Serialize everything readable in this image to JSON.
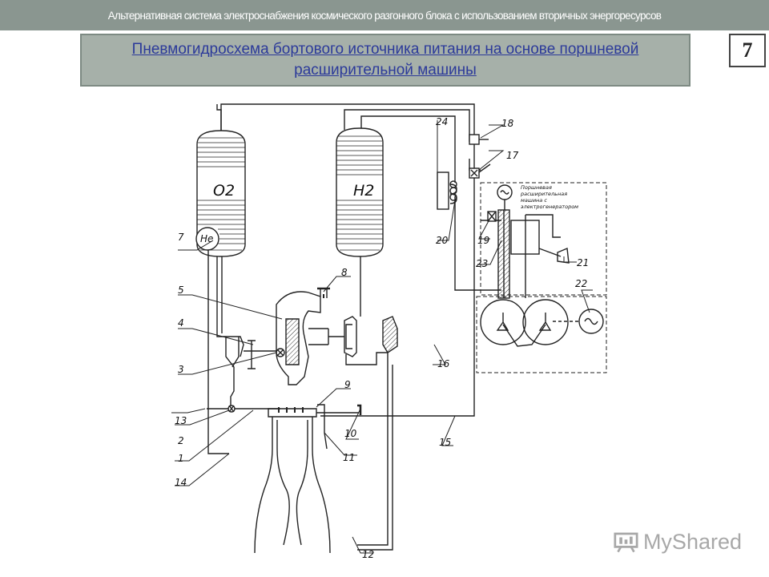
{
  "header": {
    "banner": "Альтернативная система электроснабжения космического разгонного блока с использованием вторичных энергоресурсов",
    "title": "Пневмогидросхема бортового источника питания на основе поршневой расширительной машины",
    "page_number": "7"
  },
  "diagram": {
    "tanks": {
      "oxygen": "O2",
      "hydrogen": "H2",
      "helium": "He"
    },
    "unit_note": [
      "Поршневая",
      "расширительная",
      "машина с",
      "электрогенератором"
    ],
    "callouts": {
      "c1": "1",
      "c2": "2",
      "c3": "3",
      "c4": "4",
      "c5": "5",
      "c7": "7",
      "c8": "8",
      "c9": "9",
      "c10": "10",
      "c11": "11",
      "c12": "12",
      "c13": "13",
      "c14": "14",
      "c15": "15",
      "c16": "16",
      "c17": "17",
      "c18": "18",
      "c19": "19",
      "c20": "20",
      "c21": "21",
      "c22": "22",
      "c23": "23",
      "c24": "24"
    }
  },
  "watermark": {
    "text": "MyShared"
  }
}
